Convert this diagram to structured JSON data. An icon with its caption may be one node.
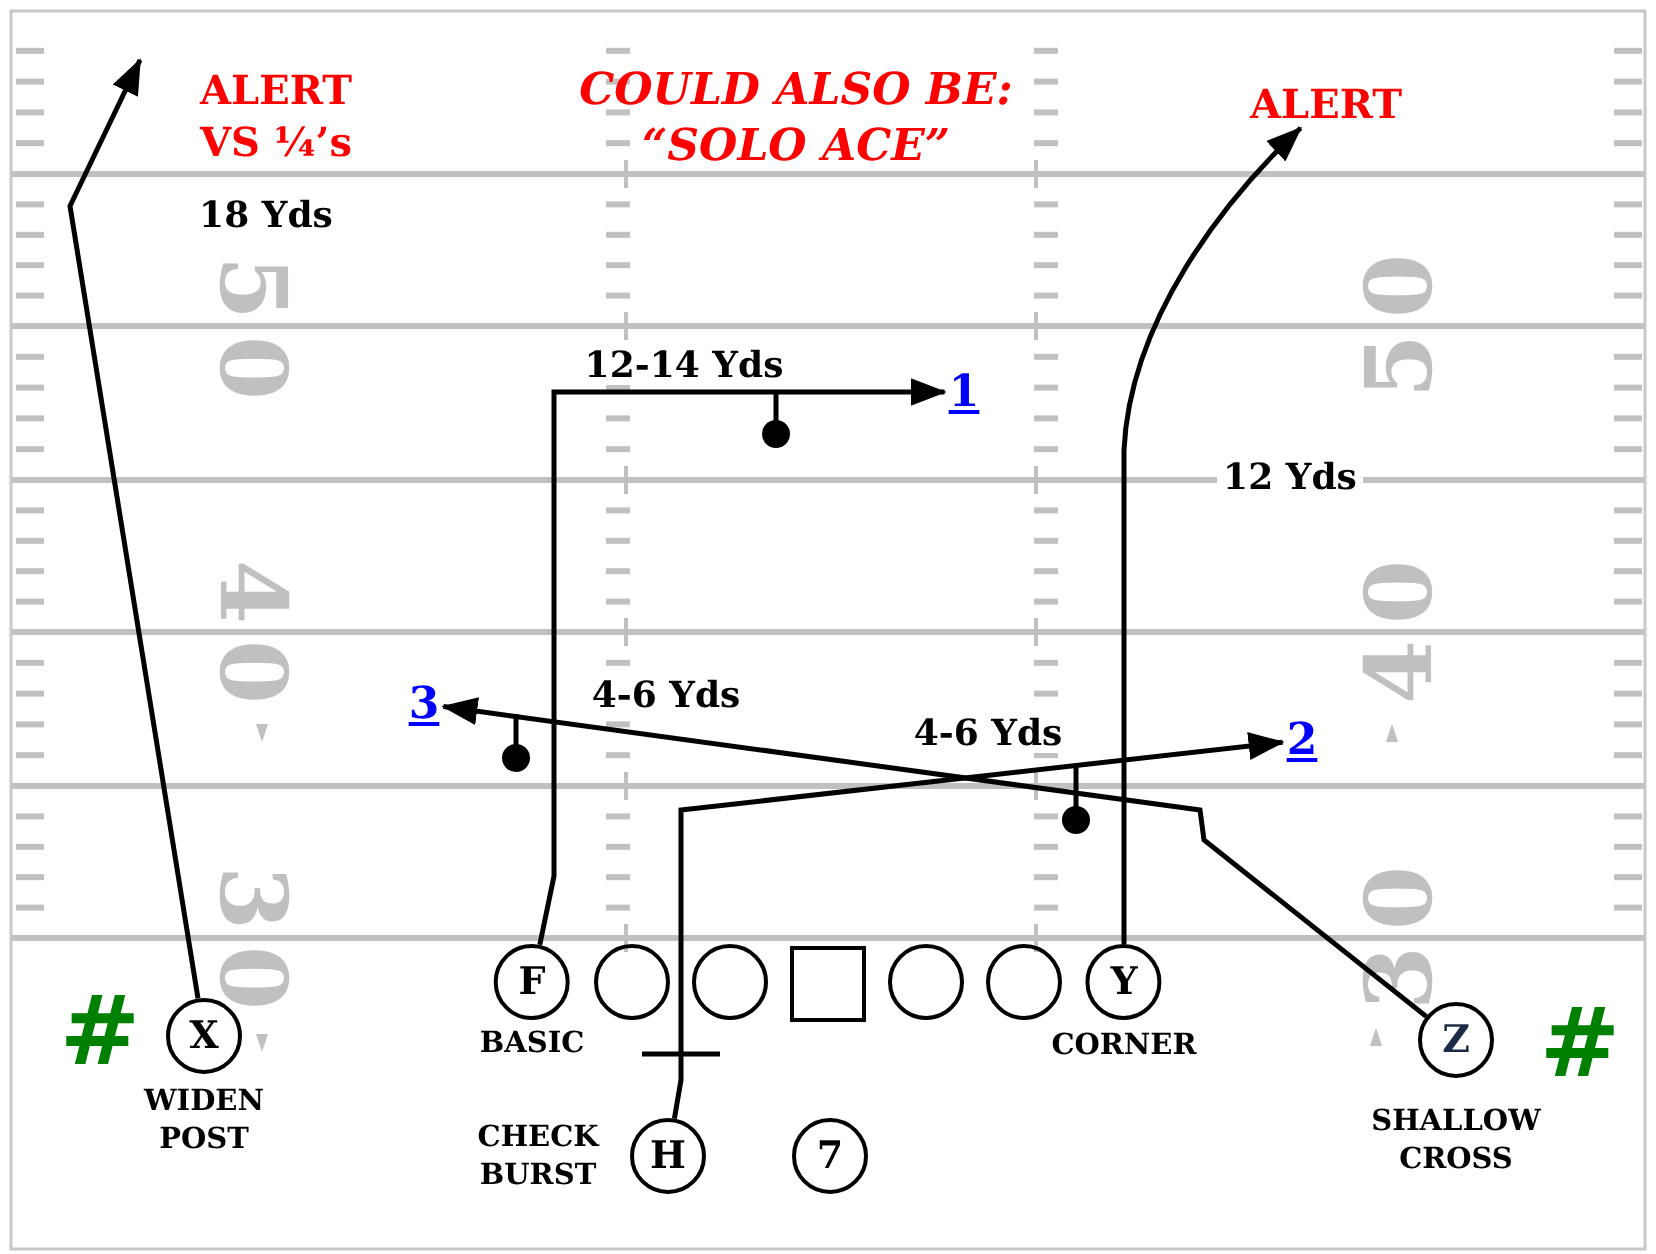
{
  "diagram": {
    "title": "COULD ALSO BE: “SOLO ACE”",
    "nodes": [
      {
        "text": [
          "ALERT"
        ]
      },
      {
        "text": [
          "1"
        ]
      },
      {
        "text": [
          "3"
        ]
      },
      {
        "text": [
          "2"
        ]
      },
      {
        "text": [
          "F"
        ],
        "beside": [
          "BASIC"
        ]
      },
      {
        "text": [],
        "shape": "circle"
      },
      {
        "text": [],
        "shape": "circle"
      },
      {
        "text": [],
        "shape": "box"
      },
      {
        "text": [],
        "shape": "circle"
      },
      {
        "text": [],
        "shape": "circle"
      },
      {
        "text": [
          "Y"
        ],
        "beside": [
          "CORNER"
        ]
      },
      {
        "text": [
          "X"
        ],
        "beside": [
          "WIDEN POST"
        ]
      },
      {
        "text": [
          "Z"
        ],
        "beside": [
          "SHALLOW CROSS"
        ]
      },
      {
        "text": [
          "H"
        ],
        "beside": [
          "CHECK BURST"
        ]
      },
      {
        "text": [
          "7"
        ]
      }
    ],
    "edges": [
      {
        "from": 11,
        "to": null,
        "arrow": "to",
        "label": "18 Yds"
      },
      {
        "from": 4,
        "to": 1,
        "arrow": "to",
        "label": "12-14 Yds"
      },
      {
        "from": 10,
        "to": 0,
        "arrow": "to",
        "label": "12 Yds"
      },
      {
        "from": 12,
        "to": 2,
        "arrow": "to",
        "label": "4-6 Yds"
      },
      {
        "from": 13,
        "to": 3,
        "arrow": "to",
        "label": "4-6 Yds"
      }
    ],
    "labels": [
      "ALERT VS ¼’s",
      "50",
      "50",
      "40",
      "40",
      "30",
      "30",
      "#",
      "#"
    ]
  }
}
